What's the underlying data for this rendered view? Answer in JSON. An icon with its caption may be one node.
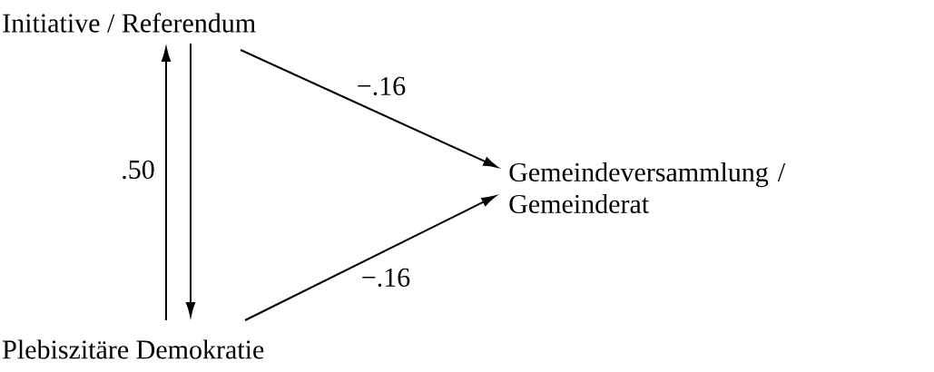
{
  "diagram": {
    "nodes": [
      {
        "text": [
          "Initiative / Referendum"
        ]
      },
      {
        "text": [
          "Gemeindeversammlung / Gemeinderat"
        ]
      },
      {
        "text": [
          "Plebiszitäre Demokratie"
        ]
      }
    ],
    "edges": [
      {
        "from": 2,
        "to": 0,
        "arrow": "to",
        "label": ".50"
      },
      {
        "from": 0,
        "to": 2,
        "arrow": "to"
      },
      {
        "from": 0,
        "to": 1,
        "arrow": "to",
        "label": "−.16"
      },
      {
        "from": 2,
        "to": 1,
        "arrow": "to",
        "label": "−.16"
      }
    ]
  }
}
